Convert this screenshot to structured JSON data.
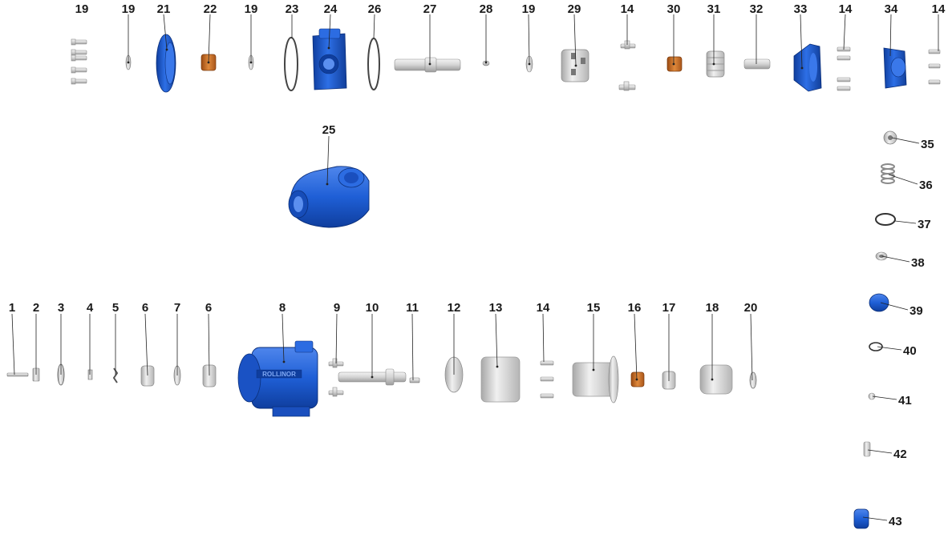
{
  "diagram": {
    "palette": {
      "blue": "#1f5fd6",
      "blue_dark": "#0f3e9e",
      "blue_light": "#4f86ec",
      "steel": "#d9d9d9",
      "steel_dark": "#9a9a9a",
      "steel_light": "#f2f2f2",
      "bronze": "#d9772a",
      "bronze_dark": "#9a4a12"
    },
    "motor_brand": "ROLLINOR",
    "callouts": [
      {
        "id": "c1",
        "label": "1"
      },
      {
        "id": "c2",
        "label": "2"
      },
      {
        "id": "c3",
        "label": "3"
      },
      {
        "id": "c4",
        "label": "4"
      },
      {
        "id": "c5",
        "label": "5"
      },
      {
        "id": "c6a",
        "label": "6"
      },
      {
        "id": "c7",
        "label": "7"
      },
      {
        "id": "c6b",
        "label": "6"
      },
      {
        "id": "c8",
        "label": "8"
      },
      {
        "id": "c9",
        "label": "9"
      },
      {
        "id": "c10",
        "label": "10"
      },
      {
        "id": "c11",
        "label": "11"
      },
      {
        "id": "c12",
        "label": "12"
      },
      {
        "id": "c13",
        "label": "13"
      },
      {
        "id": "c14a",
        "label": "14"
      },
      {
        "id": "c15",
        "label": "15"
      },
      {
        "id": "c16",
        "label": "16"
      },
      {
        "id": "c17",
        "label": "17"
      },
      {
        "id": "c18",
        "label": "18"
      },
      {
        "id": "c19a",
        "label": "19"
      },
      {
        "id": "c20",
        "label": "20"
      },
      {
        "id": "c19b",
        "label": "19"
      },
      {
        "id": "c21",
        "label": "21"
      },
      {
        "id": "c22",
        "label": "22"
      },
      {
        "id": "c19c",
        "label": "19"
      },
      {
        "id": "c23",
        "label": "23"
      },
      {
        "id": "c24",
        "label": "24"
      },
      {
        "id": "c26",
        "label": "26"
      },
      {
        "id": "c27",
        "label": "27"
      },
      {
        "id": "c28",
        "label": "28"
      },
      {
        "id": "c19d",
        "label": "19"
      },
      {
        "id": "c29",
        "label": "29"
      },
      {
        "id": "c14b",
        "label": "14"
      },
      {
        "id": "c30",
        "label": "30"
      },
      {
        "id": "c31",
        "label": "31"
      },
      {
        "id": "c32",
        "label": "32"
      },
      {
        "id": "c33",
        "label": "33"
      },
      {
        "id": "c14c",
        "label": "14"
      },
      {
        "id": "c34",
        "label": "34"
      },
      {
        "id": "c14d",
        "label": "14"
      },
      {
        "id": "c25",
        "label": "25"
      },
      {
        "id": "c35",
        "label": "35"
      },
      {
        "id": "c36",
        "label": "36"
      },
      {
        "id": "c37",
        "label": "37"
      },
      {
        "id": "c38",
        "label": "38"
      },
      {
        "id": "c39",
        "label": "39"
      },
      {
        "id": "c40",
        "label": "40"
      },
      {
        "id": "c41",
        "label": "41"
      },
      {
        "id": "c42",
        "label": "42"
      },
      {
        "id": "c43",
        "label": "43"
      }
    ]
  }
}
